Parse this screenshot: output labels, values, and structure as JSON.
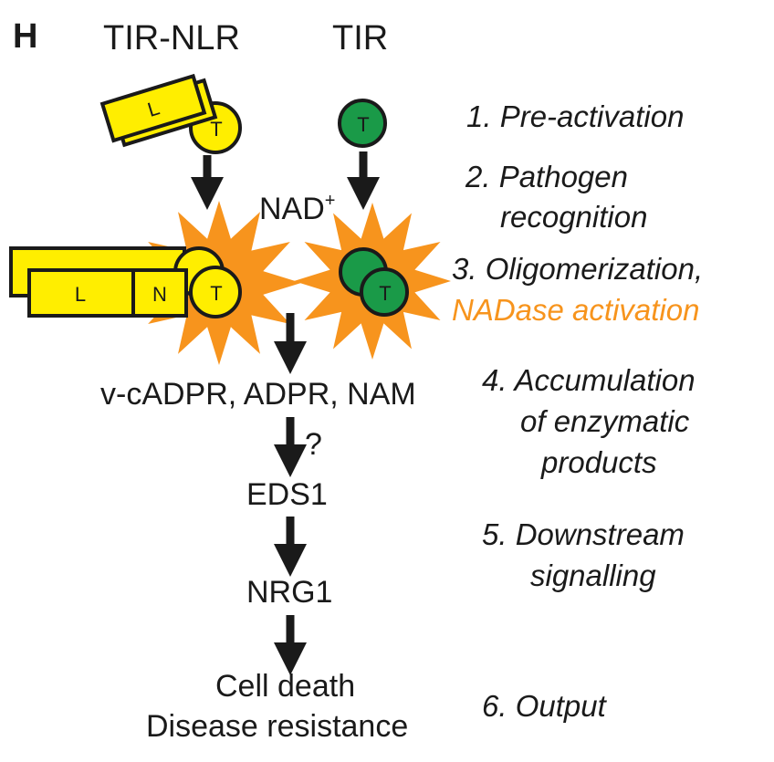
{
  "panel_label": "H",
  "headers": {
    "tir_nlr": "TIR-NLR",
    "tir": "TIR"
  },
  "domains": {
    "l": "L",
    "n": "N",
    "t": "T"
  },
  "nad": {
    "base": "NAD",
    "sup": "+"
  },
  "products": "v-cADPR, ADPR, NAM",
  "question_mark": "?",
  "eds1": "EDS1",
  "nrg1": "NRG1",
  "output": {
    "line1": "Cell death",
    "line2": "Disease resistance"
  },
  "steps": {
    "s1": "1. Pre-activation",
    "s2a": "2. Pathogen",
    "s2b": "recognition",
    "s3a": "3. Oligomerization,",
    "s3b": "NADase activation",
    "s4a": "4. Accumulation",
    "s4b": "of enzymatic",
    "s4c": "products",
    "s5a": "5. Downstream",
    "s5b": "signalling",
    "s6": "6. Output"
  },
  "colors": {
    "nlr_yellow": "#ffee00",
    "tir_green": "#1a9a48",
    "burst_orange": "#f7941d",
    "highlight_orange": "#f7941d",
    "outline": "#1a1a1a"
  }
}
